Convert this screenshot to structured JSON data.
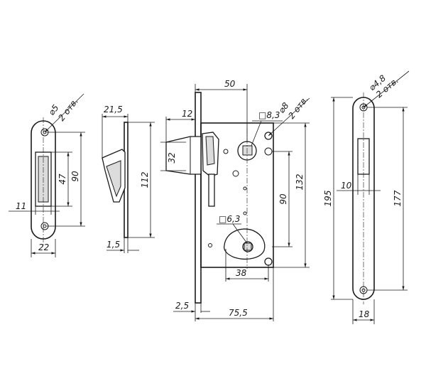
{
  "dimensions": {
    "strike_hole_dia": "⌀5",
    "strike_holes": "2 отв.",
    "strike_height": "90",
    "strike_slot": "47",
    "strike_offset": "11",
    "strike_width": "22",
    "side_depth": "21,5",
    "side_height": "112",
    "side_plate": "1,5",
    "body_width": "50",
    "latch_proj": "12",
    "latch_height": "32",
    "square_top": "□8,3",
    "hole_8": "⌀8",
    "holes_8": "2 отв.",
    "body_height": "132",
    "holes_spacing": "90",
    "square_bottom": "□6,3",
    "key_width": "38",
    "faceplate_thk": "2,5",
    "total_width": "75,5",
    "face_hole_dia": "⌀4,8",
    "face_holes": "2 отв.",
    "face_total": "195",
    "face_holes_spacing": "177",
    "face_slot_offset": "10",
    "face_width": "18"
  }
}
